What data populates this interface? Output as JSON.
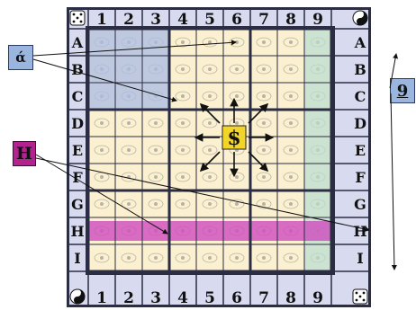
{
  "board": {
    "columns": [
      "1",
      "2",
      "3",
      "4",
      "5",
      "6",
      "7",
      "8",
      "9"
    ],
    "rows": [
      "A",
      "B",
      "C",
      "D",
      "E",
      "F",
      "G",
      "H",
      "I"
    ],
    "corner_icons": [
      "die-icon",
      "yin-yang-icon",
      "yin-yang-icon",
      "die-icon"
    ],
    "center_symbol": "$",
    "colors": {
      "frame": "#2b2d44",
      "header": "#d8daf0",
      "cream": "#fbf0cf",
      "blue_zone": "#a9bce6",
      "magenta_zone": "#cf4bbf",
      "green_zone": "#b9ddd2",
      "center_yellow": "#f3d52a",
      "arrow": "#111111"
    }
  },
  "callouts": {
    "left": "ά",
    "middle": "H",
    "right": "9"
  }
}
